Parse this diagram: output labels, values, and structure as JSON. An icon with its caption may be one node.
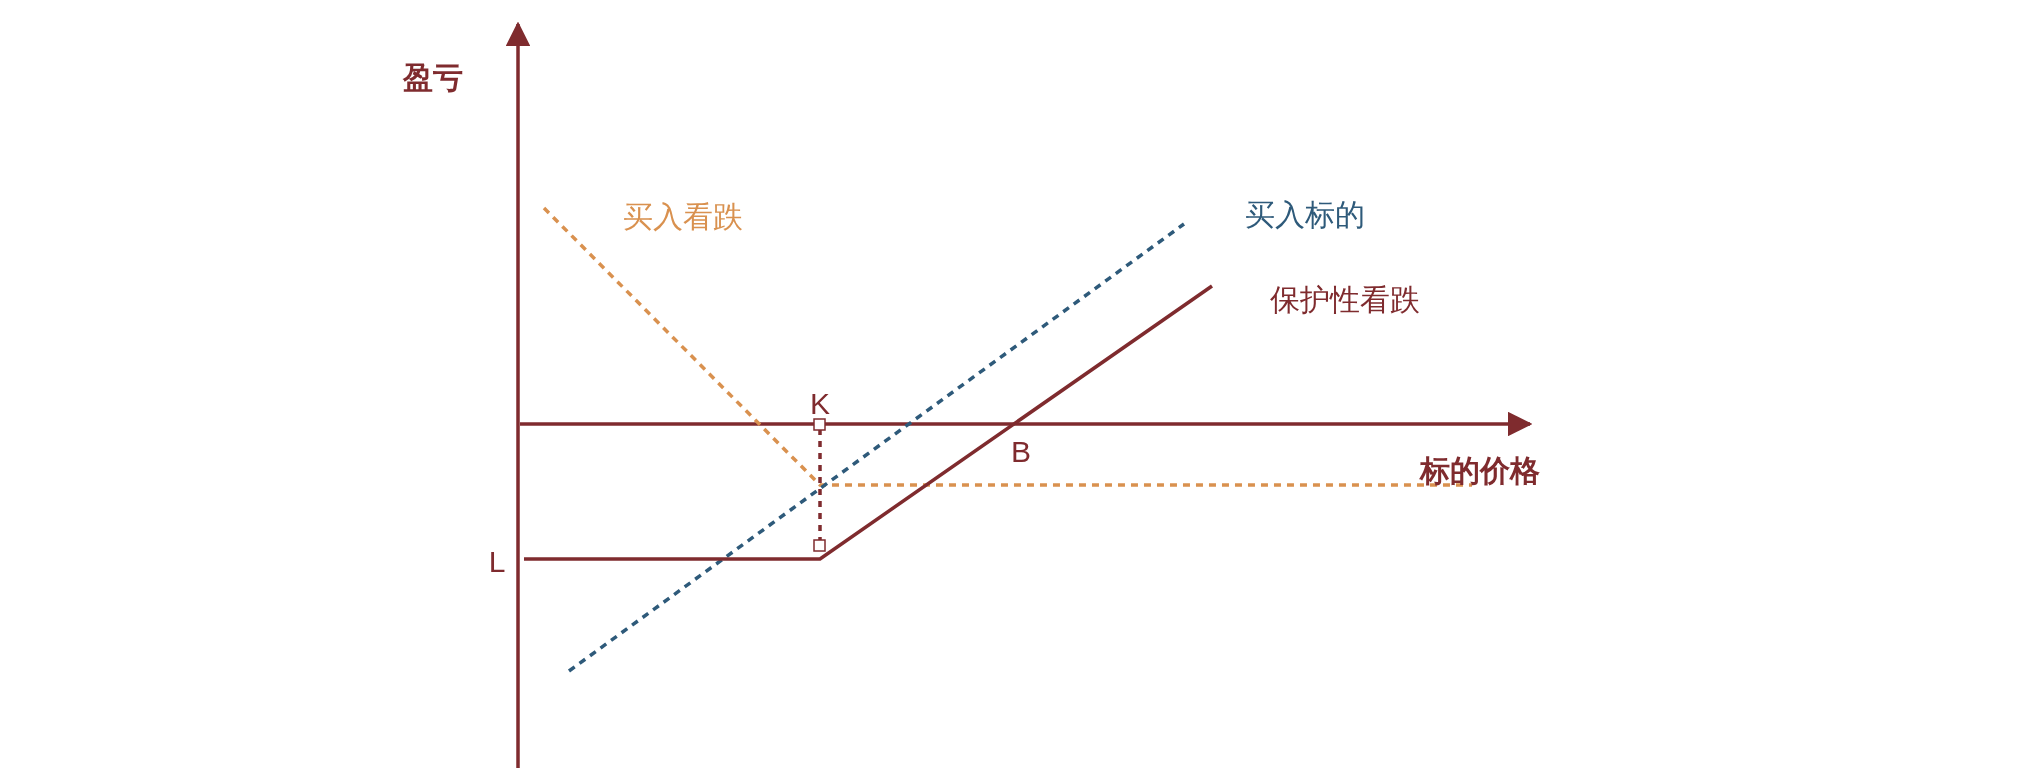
{
  "diagram": {
    "labels": [
      "盈亏",
      "买入看跌",
      "买入标的",
      "保护性看跌",
      "K",
      "B",
      "标的价格",
      "L"
    ]
  }
}
